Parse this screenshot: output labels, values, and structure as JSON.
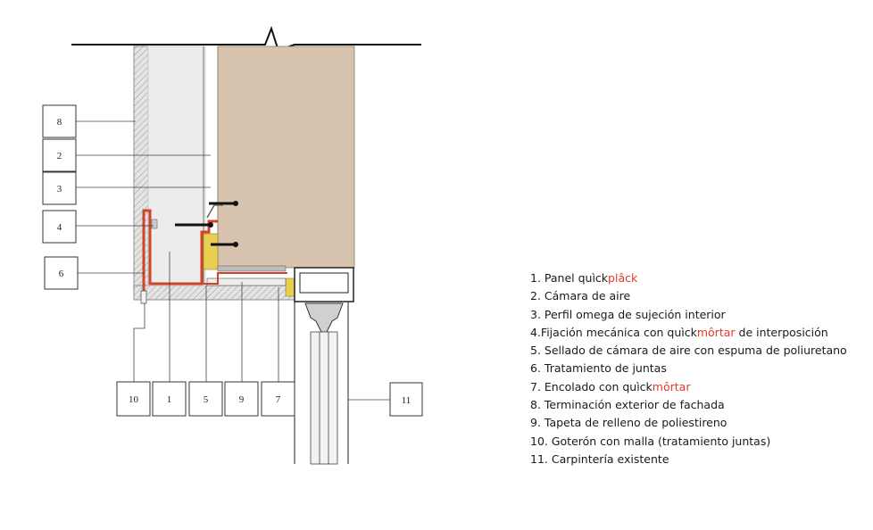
{
  "colors": {
    "panel": "#d8c4ae",
    "insulation": "#ececec",
    "concrete": "#e2e2e2",
    "profile": "#d0442a",
    "foam": "#e8cf52",
    "accent": "#e03a2a"
  },
  "callouts": [
    {
      "id": "c8",
      "label": "8"
    },
    {
      "id": "c2",
      "label": "2"
    },
    {
      "id": "c3",
      "label": "3"
    },
    {
      "id": "c4",
      "label": "4"
    },
    {
      "id": "c6",
      "label": "6"
    },
    {
      "id": "c10",
      "label": "10"
    },
    {
      "id": "c1",
      "label": "1"
    },
    {
      "id": "c5",
      "label": "5"
    },
    {
      "id": "c9",
      "label": "9"
    },
    {
      "id": "c7",
      "label": "7"
    },
    {
      "id": "c11",
      "label": "11"
    }
  ],
  "legend": [
    {
      "text": "1. Panel quìck",
      "accent": "plâck",
      "after": ""
    },
    {
      "text": "2. Cámara de aire",
      "accent": "",
      "after": ""
    },
    {
      "text": "3. Perfil omega de sujeción interior",
      "accent": "",
      "after": ""
    },
    {
      "text": "4.Fijación mecánica con quìck",
      "accent": "môrtar",
      "after": " de interposición"
    },
    {
      "text": "5. Sellado de cámara de aire con espuma de poliuretano",
      "accent": "",
      "after": ""
    },
    {
      "text": "6. Tratamiento de juntas",
      "accent": "",
      "after": ""
    },
    {
      "text": "7. Encolado con quìck",
      "accent": "môrtar",
      "after": ""
    },
    {
      "text": "8. Terminación exterior de fachada",
      "accent": "",
      "after": ""
    },
    {
      "text": "9. Tapeta de relleno de poliestireno",
      "accent": "",
      "after": ""
    },
    {
      "text": "10. Goterón con malla (tratamiento juntas)",
      "accent": "",
      "after": ""
    },
    {
      "text": "11. Carpintería existente",
      "accent": "",
      "after": ""
    }
  ]
}
